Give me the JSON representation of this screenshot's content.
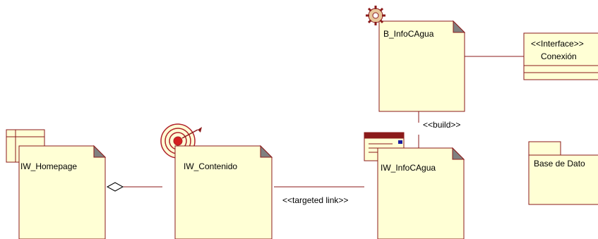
{
  "diagram": {
    "colors": {
      "fill": "#ffffd5",
      "stroke": "#8b1a1a",
      "edge": "#8b1a1a",
      "fold": "#808080"
    },
    "nodes": {
      "b_infocagua": {
        "label": "B_InfoCAgua",
        "icon": "gear-icon"
      },
      "iw_homepage": {
        "label": "IW_Homepage",
        "icon": "frameset-icon"
      },
      "iw_contenido": {
        "label": "IW_Contenido",
        "icon": "target-icon"
      },
      "iw_infocagua": {
        "label": "IW_InfoCAgua",
        "icon": "web-form-icon"
      },
      "conexion": {
        "stereotype": "<<Interface>>",
        "label": "Conexión"
      },
      "base_de_datos": {
        "label": "Base de Dato"
      }
    },
    "edges": {
      "build": {
        "label": "<<build>>"
      },
      "targeted_link": {
        "label": "<<targeted link>>"
      }
    }
  }
}
